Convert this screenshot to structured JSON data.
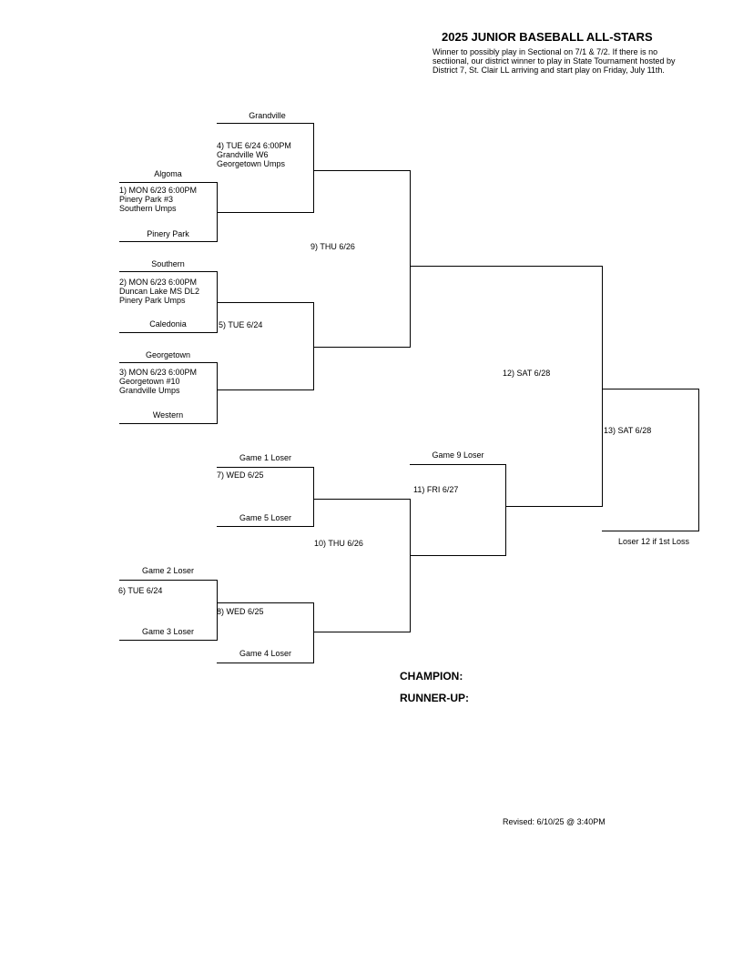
{
  "header": {
    "title": "2025 JUNIOR BASEBALL ALL-STARS",
    "note": "Winner to possibly play in Sectional on 7/1 & 7/2.  If there is no sectiional, our district  winner to play in State Tournament hosted by District 7, St. Clair LL arriving and start play on Friday, July 11th."
  },
  "teams": {
    "algoma": "Algoma",
    "pinery_park": "Pinery Park",
    "southern": "Southern",
    "caledonia": "Caledonia",
    "georgetown": "Georgetown",
    "western": "Western",
    "grandville": "Grandville"
  },
  "games": {
    "g1": [
      "1) MON  6/23  6:00PM",
      "Pinery Park #3",
      "Southern Umps"
    ],
    "g2": [
      "2) MON  6/23  6:00PM",
      "Duncan Lake MS DL2",
      "Pinery Park Umps"
    ],
    "g3": [
      "3) MON  6/23  6:00PM",
      "Georgetown #10",
      "Grandville Umps"
    ],
    "g4": [
      "4) TUE  6/24  6:00PM",
      "Grandville W6",
      "Georgetown Umps"
    ],
    "g5": "5) TUE  6/24",
    "g6": "6) TUE  6/24",
    "g7": "7) WED  6/25",
    "g8": "8) WED  6/25",
    "g9": "9) THU  6/26",
    "g10": "10) THU  6/26",
    "g11": "11) FRI  6/27",
    "g12": "12) SAT  6/28",
    "g13": "13) SAT  6/28"
  },
  "losers": {
    "game1": "Game 1 Loser",
    "game2": "Game 2 Loser",
    "game3": "Game 3 Loser",
    "game4": "Game 4 Loser",
    "game5": "Game 5 Loser",
    "game9": "Game 9 Loser",
    "loser12": "Loser 12 if 1st Loss"
  },
  "results": {
    "champion_label": "CHAMPION:",
    "runner_up_label": "RUNNER-UP:"
  },
  "footer": {
    "revised": "Revised:  6/10/25 @  3:40PM"
  }
}
